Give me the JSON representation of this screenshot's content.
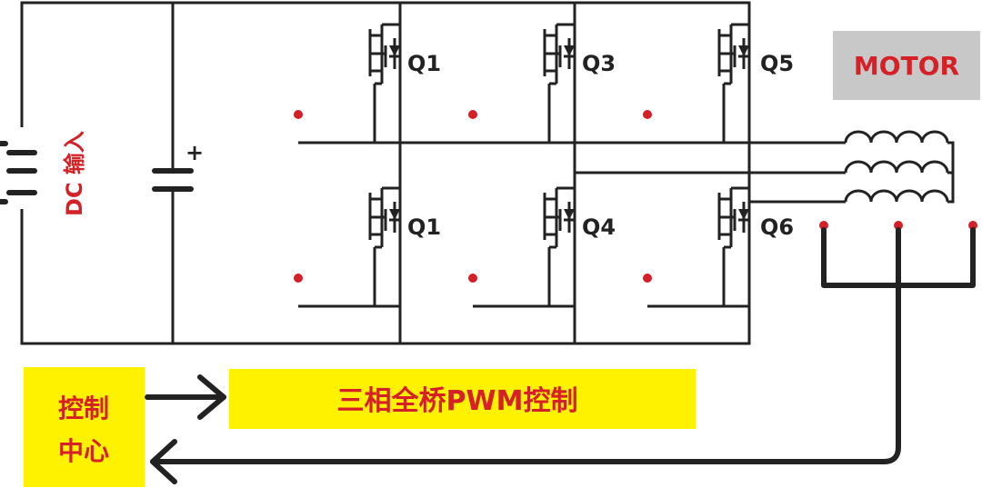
{
  "colors": {
    "wire": "#222222",
    "accent_red": "#d42026",
    "box_yellow": "#fff200",
    "motor_gray": "#c8c8c8"
  },
  "dc_input_label": "DC 输入",
  "capacitor_plus": "+",
  "transistors": {
    "top": [
      "Q1",
      "Q3",
      "Q5"
    ],
    "bottom": [
      "Q1",
      "Q4",
      "Q6"
    ]
  },
  "motor_label": "MOTOR",
  "control_center": {
    "line1": "控制",
    "line2": "中心"
  },
  "pwm_control_label": "三相全桥PWM控制"
}
